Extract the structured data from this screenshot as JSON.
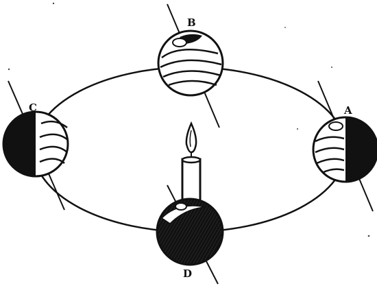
{
  "labels": {
    "a": "A",
    "b": "B",
    "c": "C",
    "d": "D"
  },
  "colors": {
    "ink": "#111111",
    "paper": "#ffffff"
  },
  "icons": {
    "light_source": "candle-icon"
  }
}
